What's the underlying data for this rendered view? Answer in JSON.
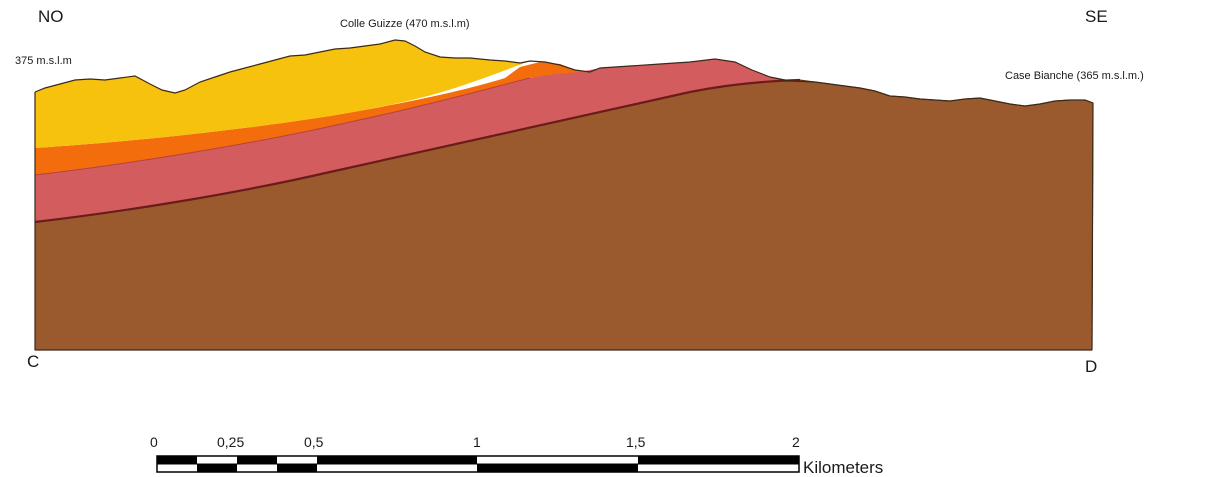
{
  "labels": {
    "direction_left": "NO",
    "direction_right": "SE",
    "peak": "Colle Guizze (470 m.s.l.m)",
    "elevation_left": "375 m.s.l.m",
    "elevation_right": "Case Bianche (365 m.s.l.m.)",
    "point_start": "C",
    "point_end": "D"
  },
  "scale_bar": {
    "ticks": [
      "0",
      "0,25",
      "0,5",
      "1",
      "1,5",
      "2"
    ],
    "unit": "Kilometers"
  },
  "colors": {
    "layer_top": "#f7c20d",
    "layer_orange": "#f36d0c",
    "layer_pink": "#d25c5e",
    "layer_base": "#9b5a2d",
    "contact_line": "#6a1c1a"
  }
}
